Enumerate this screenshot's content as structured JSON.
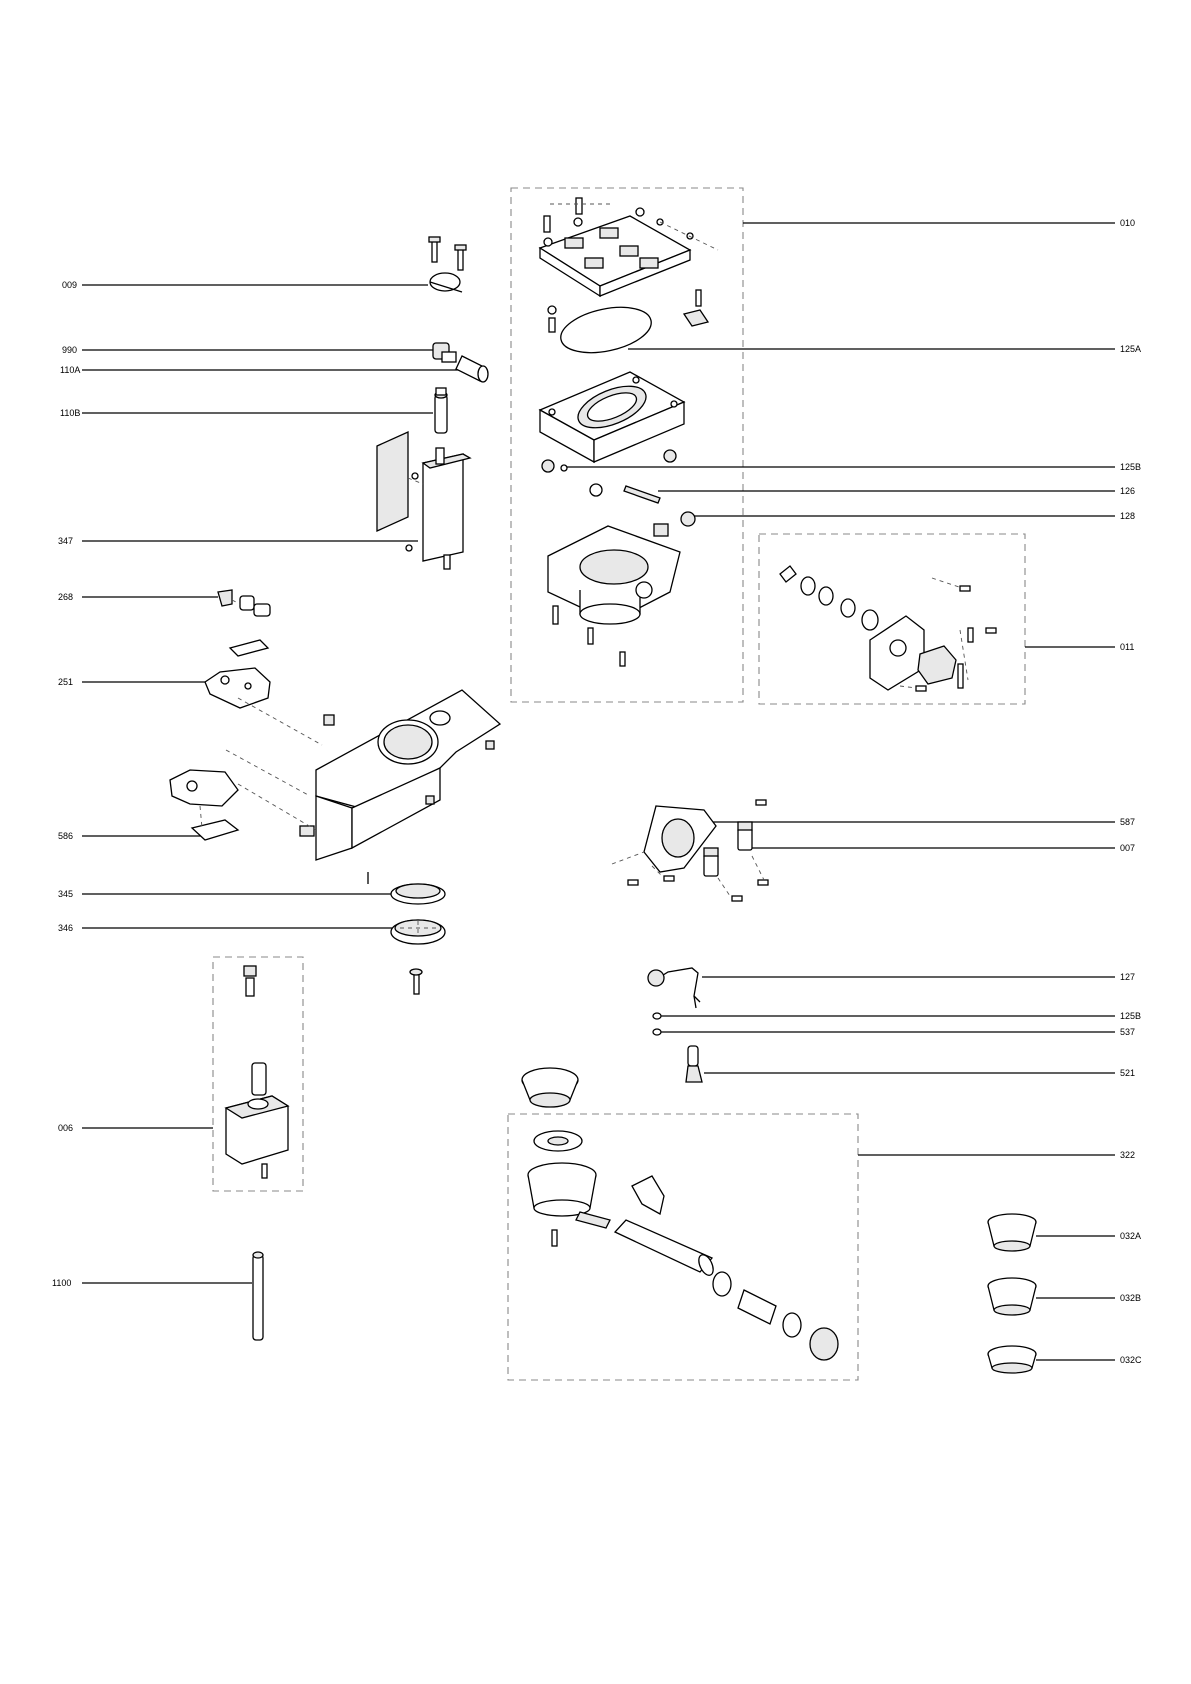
{
  "labels_left": [
    {
      "id": "009",
      "text": "009"
    },
    {
      "id": "990",
      "text": "990"
    },
    {
      "id": "110A",
      "text": "110A"
    },
    {
      "id": "110B",
      "text": "110B"
    },
    {
      "id": "347",
      "text": "347"
    },
    {
      "id": "268",
      "text": "268"
    },
    {
      "id": "251",
      "text": "251"
    },
    {
      "id": "586",
      "text": "586"
    },
    {
      "id": "345",
      "text": "345"
    },
    {
      "id": "346",
      "text": "346"
    },
    {
      "id": "006",
      "text": "006"
    },
    {
      "id": "1100",
      "text": "1100"
    }
  ],
  "labels_right": [
    {
      "id": "010",
      "text": "010"
    },
    {
      "id": "125A",
      "text": "125A"
    },
    {
      "id": "125B_top",
      "text": "125B"
    },
    {
      "id": "126",
      "text": "126"
    },
    {
      "id": "128",
      "text": "128"
    },
    {
      "id": "011",
      "text": "011"
    },
    {
      "id": "587",
      "text": "587"
    },
    {
      "id": "007",
      "text": "007"
    },
    {
      "id": "127",
      "text": "127"
    },
    {
      "id": "125B_bottom",
      "text": "125B"
    },
    {
      "id": "537",
      "text": "537"
    },
    {
      "id": "521",
      "text": "521"
    },
    {
      "id": "322",
      "text": "322"
    },
    {
      "id": "032A",
      "text": "032A"
    },
    {
      "id": "032B",
      "text": "032B"
    },
    {
      "id": "032C",
      "text": "032C"
    }
  ]
}
